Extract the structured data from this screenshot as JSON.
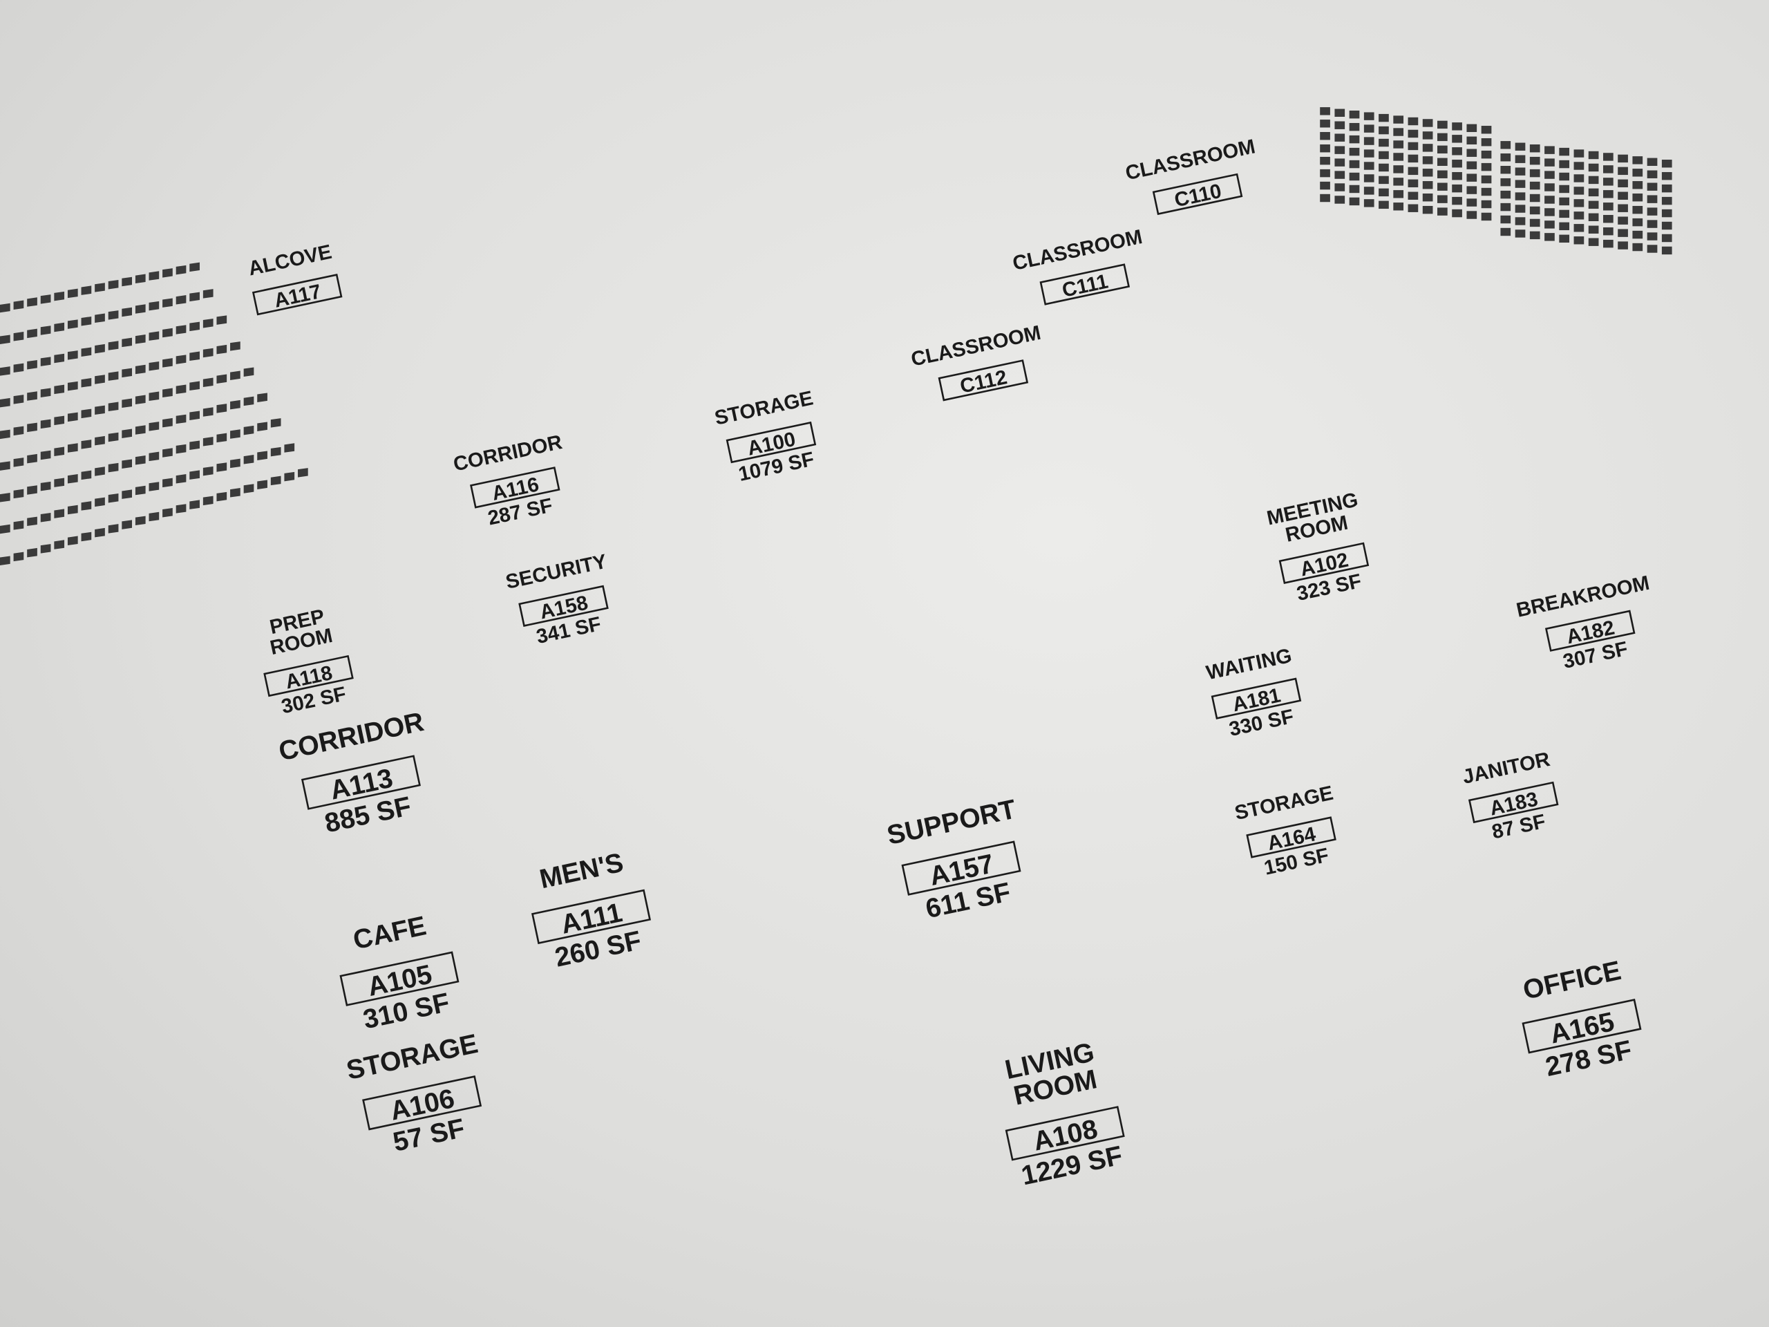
{
  "floor_plan": {
    "rooms": [
      {
        "name": "PREP ROOM",
        "number": "A118",
        "area": "302 SF"
      },
      {
        "name": "CORRIDOR",
        "number": "A113",
        "area": "885 SF"
      },
      {
        "name": "SECURITY",
        "number": "A158",
        "area": "341 SF"
      },
      {
        "name": "CORRIDOR",
        "number": "A116",
        "area": "287 SF"
      },
      {
        "name": "STORAGE",
        "number": "A100",
        "area": "1079 SF"
      },
      {
        "name": "CLASSROOM",
        "number": "C112",
        "area": ""
      },
      {
        "name": "CLASSROOM",
        "number": "C111",
        "area": ""
      },
      {
        "name": "CLASSROOM",
        "number": "C110",
        "area": ""
      },
      {
        "name": "ALCOVE",
        "number": "A117",
        "area": ""
      },
      {
        "name": "MEETING ROOM",
        "number": "A102",
        "area": "323 SF"
      },
      {
        "name": "BREAKROOM",
        "number": "A182",
        "area": "307 SF"
      },
      {
        "name": "WAITING",
        "number": "A181",
        "area": "330 SF"
      },
      {
        "name": "STORAGE",
        "number": "A164",
        "area": "150 SF"
      },
      {
        "name": "JANITOR",
        "number": "A183",
        "area": "87 SF"
      },
      {
        "name": "SUPPORT",
        "number": "A157",
        "area": "611 SF"
      },
      {
        "name": "MEN'S",
        "number": "A111",
        "area": "260 SF"
      },
      {
        "name": "CAFE",
        "number": "A105",
        "area": "310 SF"
      },
      {
        "name": "STORAGE",
        "number": "A106",
        "area": "57 SF"
      },
      {
        "name": "LIVING ROOM",
        "number": "A108",
        "area": "1229 SF"
      },
      {
        "name": "OFFICE",
        "number": "A165",
        "area": "278 SF"
      }
    ],
    "colors": {
      "paper": "#e6e6e4",
      "ink": "#1b1b1b"
    }
  }
}
